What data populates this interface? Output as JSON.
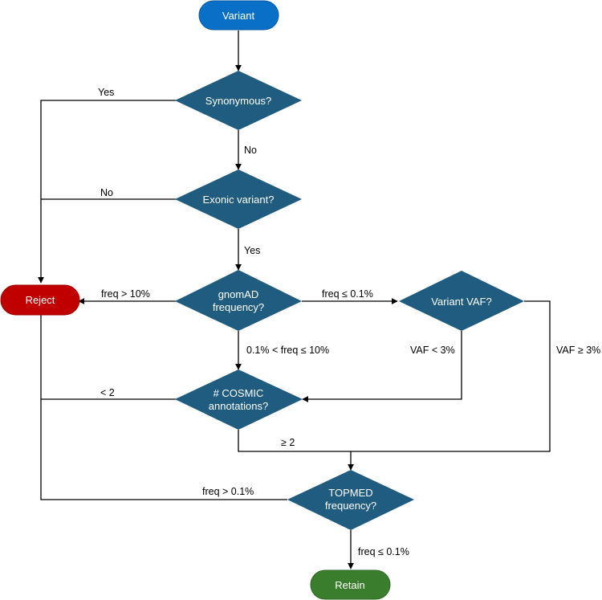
{
  "colors": {
    "start": "#0a6fc7",
    "decision": "#1f5c80",
    "reject": "#c00000",
    "retain": "#3a7d2c",
    "edge": "#000000"
  },
  "nodes": {
    "variant": "Variant",
    "synonymous": "Synonymous?",
    "exonic": "Exonic variant?",
    "gnomad_line1": "gnomAD",
    "gnomad_line2": "frequency?",
    "vaf": "Variant VAF?",
    "cosmic_line1": "# COSMIC",
    "cosmic_line2": "annotations?",
    "topmed_line1": "TOPMED",
    "topmed_line2": "frequency?",
    "reject": "Reject",
    "retain": "Retain"
  },
  "edges": {
    "synonymous_yes": "Yes",
    "synonymous_no": "No",
    "exonic_no": "No",
    "exonic_yes": "Yes",
    "gnomad_high": "freq > 10%",
    "gnomad_low": "freq ≤ 0.1%",
    "gnomad_mid": "0.1% < freq ≤ 10%",
    "vaf_low": "VAF < 3%",
    "vaf_high": "VAF ≥ 3%",
    "cosmic_low": "< 2",
    "cosmic_high": "≥ 2",
    "topmed_high": "freq > 0.1%",
    "topmed_low": "freq ≤ 0.1%"
  }
}
